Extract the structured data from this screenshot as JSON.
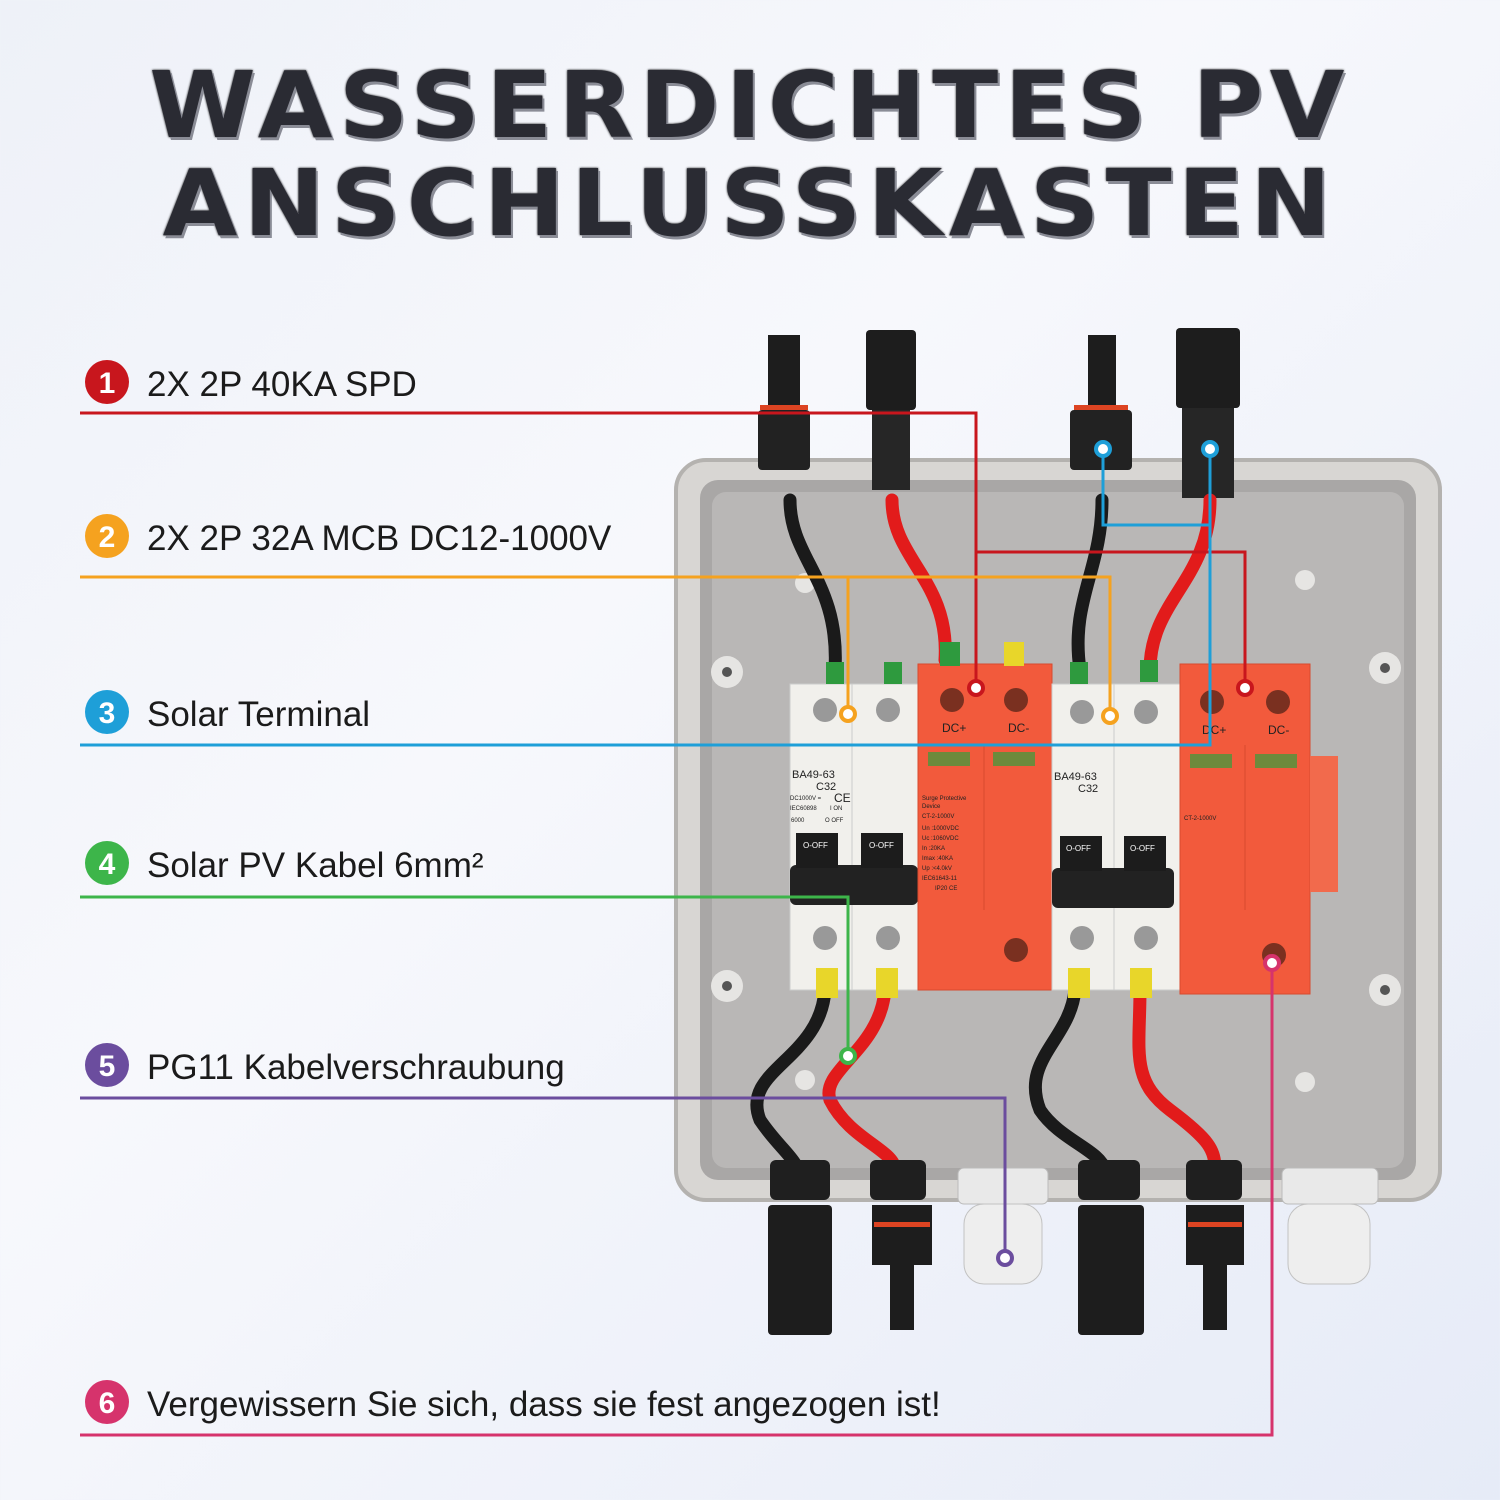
{
  "title": {
    "line1": "WASSERDICHTES PV",
    "line2": "ANSCHLUSSKASTEN"
  },
  "callouts": [
    {
      "num": "1",
      "text": "2X 2P 40KA SPD",
      "color": "#c8161d"
    },
    {
      "num": "2",
      "text": "2X 2P 32A MCB DC12-1000V",
      "color": "#f5a21f"
    },
    {
      "num": "3",
      "text": "Solar Terminal",
      "color": "#1e9fd8"
    },
    {
      "num": "4",
      "text": "Solar PV Kabel 6mm²",
      "color": "#3db54a"
    },
    {
      "num": "5",
      "text": "PG11 Kabelverschraubung",
      "color": "#6b4d9e"
    },
    {
      "num": "6",
      "text": "Vergewissern Sie sich, dass sie fest angezogen ist!",
      "color": "#d6336c"
    }
  ],
  "mcb": {
    "model": "BA49-63",
    "rating": "C32",
    "voltage": "DC1000V =",
    "standard": "IEC60898",
    "capacity": "6000",
    "on": "I ON",
    "off": "O OFF",
    "lever": "O-OFF",
    "ce": "CE"
  },
  "spd": {
    "plus": "DC+",
    "minus": "DC-",
    "name1": "Surge Protective",
    "name2": "Device",
    "model": "CT-2-1000V",
    "un": "Un  :1000VDC",
    "uc": "Uc  :1060VDC",
    "in": "In   :20KA",
    "imax": "Imax :40KA",
    "up": "Up   :<4.0kV",
    "standard": "IEC61643-11",
    "ip": "IP20 CE"
  },
  "colors": {
    "enclosure": "#c9c7c5",
    "spd": "#f25a3c",
    "mcb": "#f1f0ec",
    "cable_red": "#e21b1b",
    "cable_black": "#1a1a1a",
    "title": "#2a2b33"
  }
}
